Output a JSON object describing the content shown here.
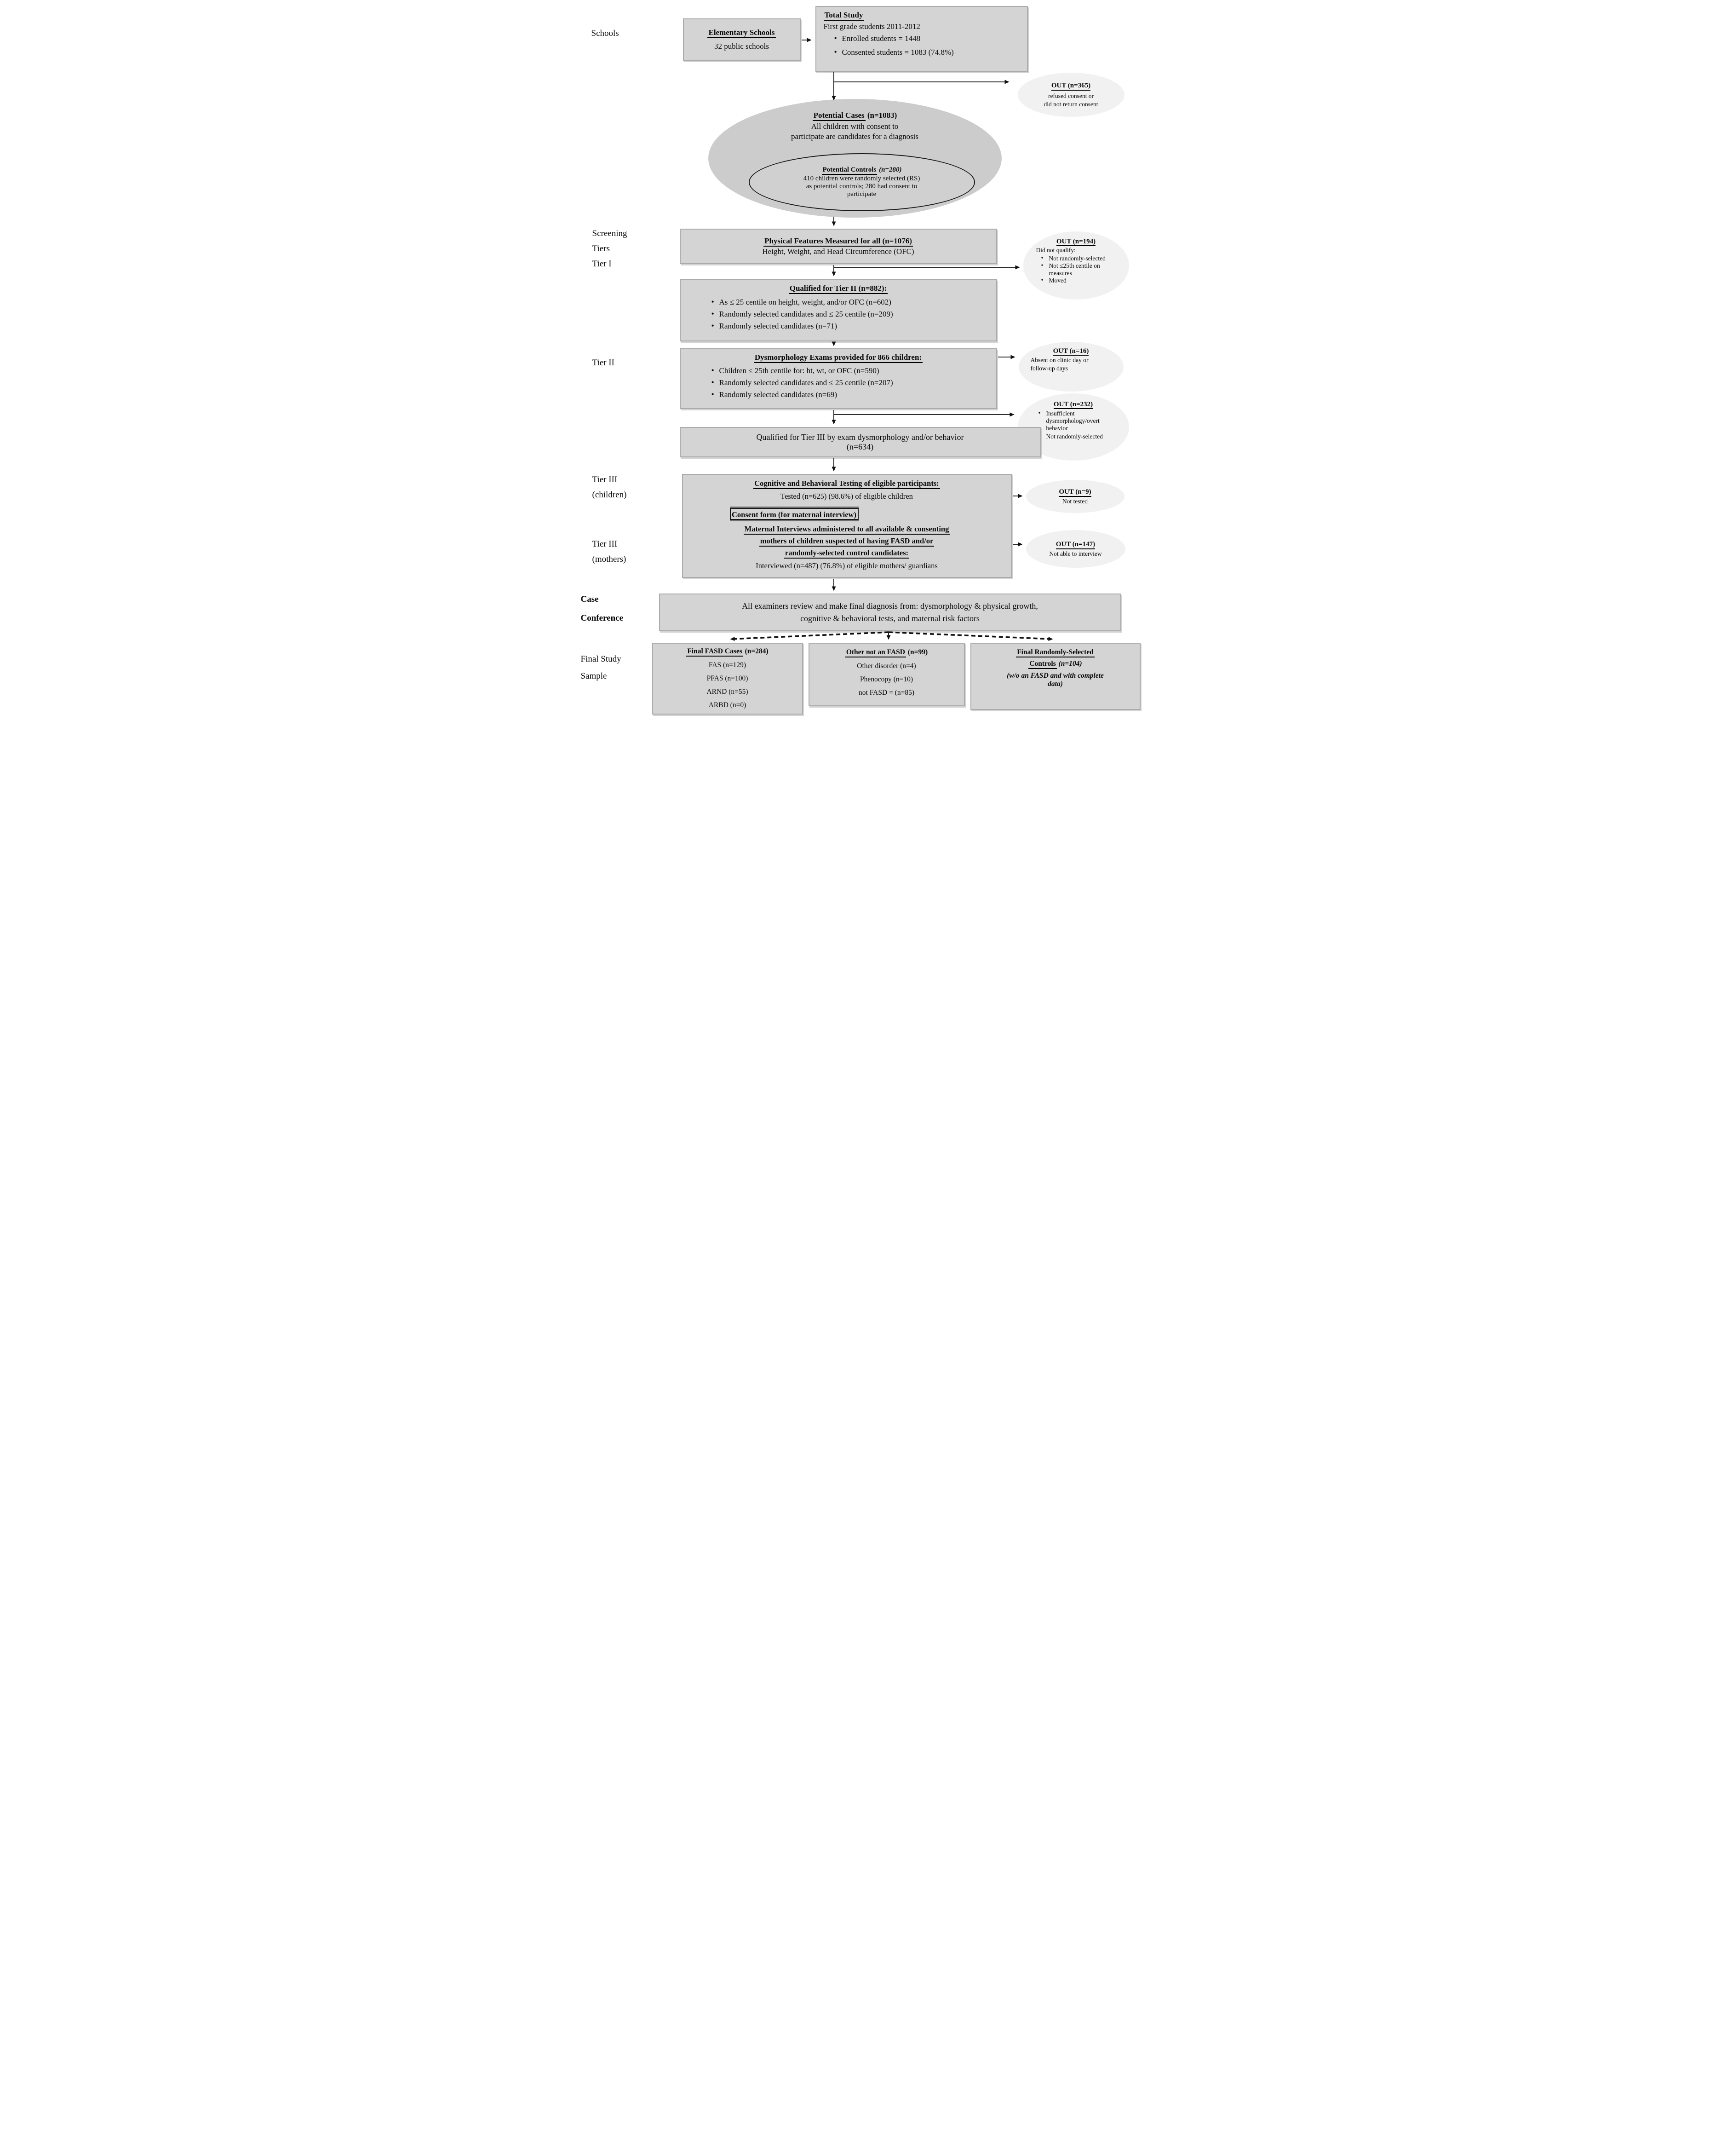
{
  "side_labels": {
    "schools": "Schools",
    "screening_line1": "Screening",
    "screening_line2": "Tiers",
    "screening_line3": "Tier I",
    "tier2": "Tier II",
    "tier3_children_line1": "Tier III",
    "tier3_children_line2": "(children)",
    "tier3_mothers_line1": "Tier III",
    "tier3_mothers_line2": "(mothers)",
    "case_conference_line1": "Case",
    "case_conference_line2": "Conference",
    "final_sample_line1": "Final Study",
    "final_sample_line2": "Sample"
  },
  "nodes": {
    "elementary_schools": {
      "title": "Elementary Schools",
      "subtitle": "32 public schools"
    },
    "total_study": {
      "title": "Total Study",
      "intro": "First grade students 2011-2012",
      "bullets": [
        "Enrolled students = 1448",
        "Consented students = 1083 (74.8%)"
      ]
    },
    "out_consent": {
      "title": "OUT (n=365)",
      "line1": "refused consent or",
      "line2": "did not return consent"
    },
    "potential_cases": {
      "title": "Potential Cases",
      "n": "(n=1083)",
      "line1": "All children with consent to",
      "line2": "participate are candidates for a diagnosis"
    },
    "potential_controls": {
      "title": "Potential Controls",
      "n": "(n=280)",
      "line1": "410 children were randomly selected (RS)",
      "line2": "as potential controls; 280 had consent to",
      "line3": "participate"
    },
    "physical_features": {
      "title": "Physical Features Measured for all (n=1076)",
      "subtitle": "Height, Weight, and Head Circumference (OFC)"
    },
    "out_tier1": {
      "title": "OUT (n=194)",
      "intro": "Did not qualify:",
      "bullets": [
        "Not randomly-selected",
        "Not ≤25th centile on measures",
        "Moved"
      ]
    },
    "qualified_tier2": {
      "title": "Qualified for Tier II (n=882):",
      "bullets": [
        "As ≤ 25 centile on height, weight, and/or OFC (n=602)",
        "Randomly selected candidates and ≤ 25 centile (n=209)",
        "Randomly selected candidates (n=71)"
      ]
    },
    "dysmorphology": {
      "title": "Dysmorphology Exams provided for 866 children:",
      "bullets": [
        "Children ≤ 25th centile for: ht, wt, or OFC (n=590)",
        "Randomly selected candidates and ≤ 25 centile (n=207)",
        "Randomly selected candidates (n=69)"
      ]
    },
    "out_tier2": {
      "title": "OUT (n=16)",
      "line1": "Absent on clinic day or",
      "line2": "follow-up days"
    },
    "out_dysmorphology": {
      "title": "OUT (n=232)",
      "bullets": [
        "Insufficient dysmorphology/overt behavior",
        "Not randomly-selected"
      ]
    },
    "qualified_tier3": {
      "line1": "Qualified for Tier III by exam dysmorphology and/or behavior",
      "line2": "(n=634)"
    },
    "tier3_testing": {
      "title": "Cognitive and Behavioral Testing of eligible participants:",
      "tested": "Tested (n=625) (98.6%) of eligible children",
      "consent_box": "Consent form (for maternal interview)",
      "maternal_line1": "Maternal Interviews administered to all available & consenting",
      "maternal_line2": "mothers of children suspected of having FASD and/or",
      "maternal_line3": "randomly-selected control candidates:",
      "interviewed": "Interviewed (n=487) (76.8%) of eligible mothers/ guardians"
    },
    "out_not_tested": {
      "title": "OUT (n=9)",
      "line1": "Not tested"
    },
    "out_no_interview": {
      "title": "OUT (n=147)",
      "line1": "Not able to interview"
    },
    "case_conference": {
      "line1": "All examiners review and make final diagnosis from: dysmorphology & physical growth,",
      "line2": "cognitive & behavioral tests, and maternal risk factors"
    },
    "final_fasd": {
      "title": "Final FASD Cases",
      "n": "(n=284)",
      "rows": [
        "FAS (n=129)",
        "PFAS (n=100)",
        "ARND (n=55)",
        "ARBD (n=0)"
      ]
    },
    "other_not_fasd": {
      "title": "Other not an FASD",
      "n": "(n=99)",
      "rows": [
        "Other disorder (n=4)",
        "Phenocopy (n=10)",
        "not FASD = (n=85)"
      ]
    },
    "final_controls": {
      "title_line1": "Final Randomly-Selected",
      "title_line2": "Controls",
      "n": "(n=104)",
      "note_line1": "(w/o an FASD and with complete",
      "note_line2": "data)"
    }
  },
  "colors": {
    "node_fill": "#d4d4d4",
    "big_ellipse_fill": "#cccccc",
    "out_ellipse_fill": "#f1f1f1",
    "border": "#ababab",
    "arrow": "#111111",
    "text": "#0a0a0a"
  }
}
